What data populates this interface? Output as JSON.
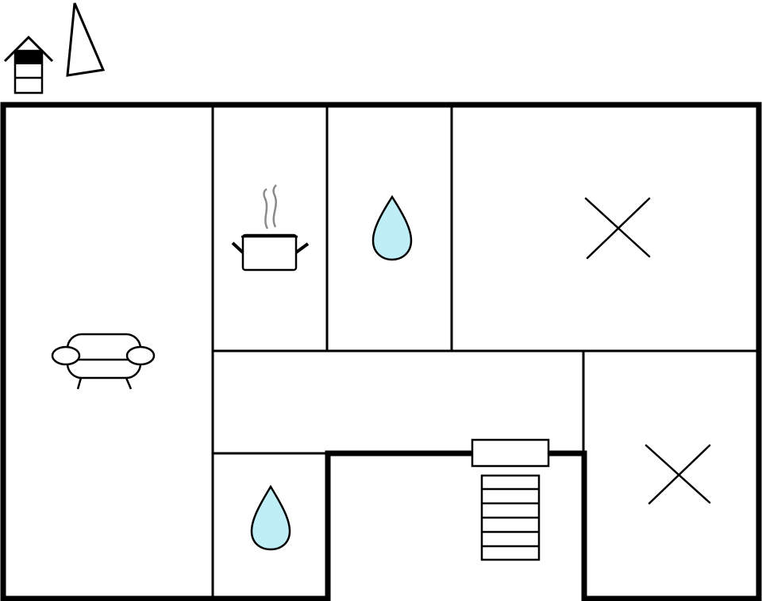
{
  "floor_plan": {
    "level_indicator": {
      "icon": "house-level-icon",
      "highlighted_floor": "top"
    },
    "compass": {
      "icon": "north-arrow-icon"
    },
    "rooms": [
      {
        "id": "living-room",
        "icon": "sofa-icon"
      },
      {
        "id": "kitchen",
        "icon": "cooking-pot-icon"
      },
      {
        "id": "bathroom-upper",
        "icon": "water-drop-icon"
      },
      {
        "id": "bedroom-upper",
        "icon": "bed-cross-icon"
      },
      {
        "id": "hallway",
        "icon": ""
      },
      {
        "id": "bathroom-lower",
        "icon": "water-drop-icon"
      },
      {
        "id": "stairwell",
        "icon": "stairs-icon"
      },
      {
        "id": "bedroom-lower",
        "icon": "bed-cross-icon"
      }
    ],
    "colors": {
      "wall": "#000000",
      "water": "#bfeef6",
      "steam": "#8a8a8a",
      "background": "#ffffff"
    }
  }
}
